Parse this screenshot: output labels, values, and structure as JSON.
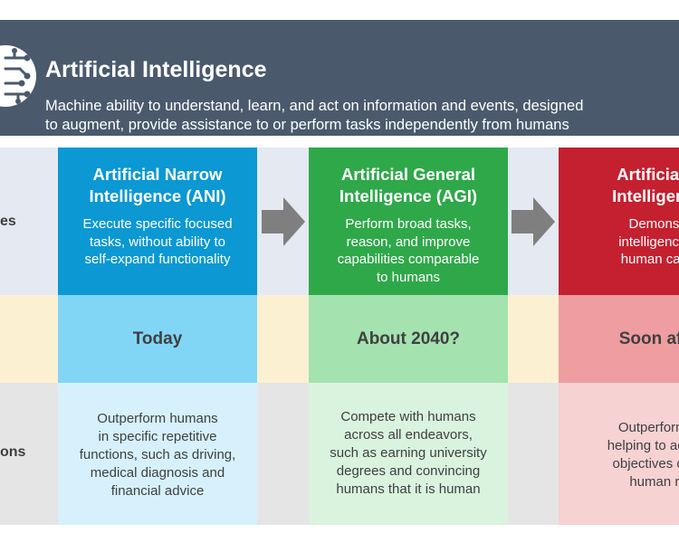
{
  "header": {
    "title": "Artificial Intelligence",
    "description_line1": "Machine ability to understand, learn, and act on information and events, designed",
    "description_line2": "to augment, provide assistance to or perform tasks independently from humans"
  },
  "row_labels": {
    "definition": "es",
    "implications": "ons"
  },
  "columns": [
    {
      "title_line1": "Artificial Narrow",
      "title_line2": "Intelligence (ANI)",
      "desc_lines": [
        "Execute specific focused",
        "tasks, without ability to",
        "self-expand functionality"
      ],
      "timing": "Today",
      "impl_lines": [
        "Outperform humans",
        "in specific repetitive",
        "functions, such as driving,",
        "medical diagnosis and",
        "financial advice"
      ]
    },
    {
      "title_line1": "Artificial General",
      "title_line2": "Intelligence (AGI)",
      "desc_lines": [
        "Perform broad tasks,",
        "reason, and improve",
        "capabilities comparable",
        "to humans"
      ],
      "timing": "About 2040?",
      "impl_lines": [
        "Compete with humans",
        "across all endeavors,",
        "such as earning university",
        "degrees and convincing",
        "humans that it is human"
      ]
    },
    {
      "title_line1": "Artificial S",
      "title_line2": "Intelligence",
      "desc_lines": [
        "Demonstr",
        "intelligence b",
        "human capa"
      ],
      "timing": "Soon afte",
      "impl_lines": [
        "Outperform h",
        "helping to achiev",
        "objectives or th",
        "human ra"
      ]
    }
  ],
  "colors": {
    "header_bg": "#4a5a6c",
    "ani": "#0b98d3",
    "agi": "#2fa84a",
    "asi": "#c4202f"
  }
}
